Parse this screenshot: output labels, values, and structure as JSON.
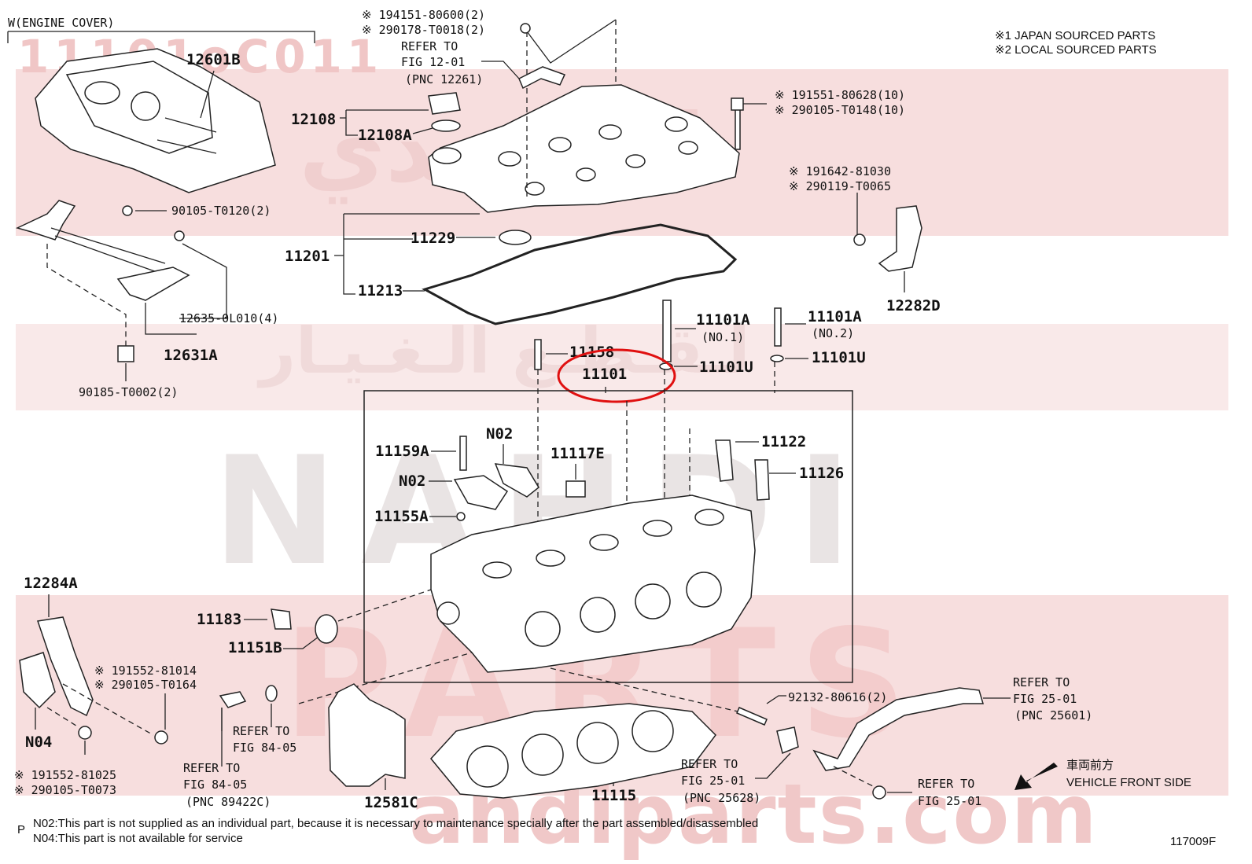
{
  "watermark": {
    "code": "11101oC011",
    "arabic": "الـنـهـدي",
    "arabic2": "لـقـطـع الـغـيـار",
    "brand": "NAHDI",
    "parts": "PARTS",
    "url": "ahdiparts.com"
  },
  "header": {
    "engine_cover": "W(ENGINE COVER)",
    "legend1": "※1 JAPAN SOURCED PARTS",
    "legend2": "※2 LOCAL SOURCED PARTS"
  },
  "labels": {
    "p12601B": "12601B",
    "p12108": "12108",
    "p12108A": "12108A",
    "p11201": "11201",
    "p11229": "11229",
    "p11213": "11213",
    "p90105_T0120": "90105-T0120(2)",
    "p12635": "12635-0L010(4)",
    "p12631A": "12631A",
    "p90185": "90185-T0002(2)",
    "p194151": "※ 194151-80600(2)",
    "p290178": "※ 290178-T0018(2)",
    "refer_top_1": "REFER TO",
    "refer_top_2": "FIG 12-01",
    "refer_top_3": "(PNC 12261)",
    "p191551": "※ 191551-80628(10)",
    "p290105_T0148": "※ 290105-T0148(10)",
    "p191642": "※ 191642-81030",
    "p290119": "※ 290119-T0065",
    "p12282D": "12282D",
    "p11101A_1": "11101A",
    "no1": "(NO.1)",
    "p11101A_2": "11101A",
    "no2": "(NO.2)",
    "p11158": "11158",
    "p11101": "11101",
    "p11101U_1": "11101U",
    "p11101U_2": "11101U",
    "p11159A": "11159A",
    "n02a": "N02",
    "n02b": "N02",
    "p11117E": "11117E",
    "p11122": "11122",
    "p11126": "11126",
    "p11155A": "11155A",
    "p12284A": "12284A",
    "p11183": "11183",
    "p11151B": "11151B",
    "p191552_81014": "※ 191552-81014",
    "p290105_T0164": "※ 290105-T0164",
    "n04": "N04",
    "p191552_81025": "※ 191552-81025",
    "p290105_T0073": "※ 290105-T0073",
    "refer_84_a1": "REFER TO",
    "refer_84_a2": "FIG 84-05",
    "refer_84_b1": "REFER TO",
    "refer_84_b2": "FIG 84-05",
    "refer_84_b3": "(PNC 89422C)",
    "p12581C": "12581C",
    "p11115": "11115",
    "p92132": "92132-80616(2)",
    "refer_25_a1": "REFER TO",
    "refer_25_a2": "FIG 25-01",
    "refer_25_a3": "(PNC 25601)",
    "refer_25_b1": "REFER TO",
    "refer_25_b2": "FIG 25-01",
    "refer_25_b3": "(PNC 25628)",
    "refer_25_c1": "REFER TO",
    "refer_25_c2": "FIG 25-01",
    "front_jp": "車両前方",
    "front_en": "VEHICLE FRONT SIDE"
  },
  "footer": {
    "note1": "N02:This part is not supplied as an individual part, because it is necessary to maintenance specially after the part assembled/disassembled",
    "note2": "N04:This part is not available for service",
    "p_mark": "P",
    "fig_code": "117009F"
  },
  "colors": {
    "highlight": "#e01010",
    "watermark": "#f7dede"
  }
}
